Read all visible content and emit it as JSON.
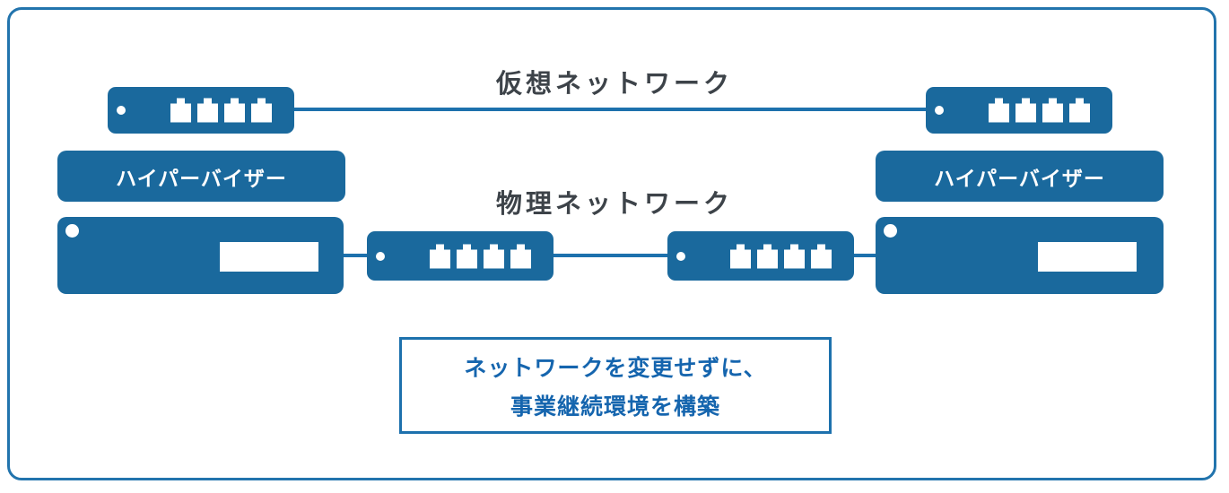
{
  "diagram": {
    "titles": {
      "virtual_network": "仮想ネットワーク",
      "physical_network": "物理ネットワーク"
    },
    "nodes": {
      "hypervisor_left_label": "ハイパーバイザー",
      "hypervisor_right_label": "ハイパーバイザー"
    },
    "caption": {
      "line1": "ネットワークを変更せずに、",
      "line2": "事業継続環境を構築"
    }
  },
  "icons": {
    "status_led": "white-led-dot",
    "ethernet_port": "rj45-port-glyph",
    "server_panel": "blank-white-label"
  },
  "colors": {
    "box_blue": "#1A699D",
    "line_blue": "#1D71AD",
    "frame_blue": "#2274AD",
    "title_gray": "#3D4349",
    "caption_blue": "#1565AE",
    "panel_white": "#FFFFFF"
  }
}
